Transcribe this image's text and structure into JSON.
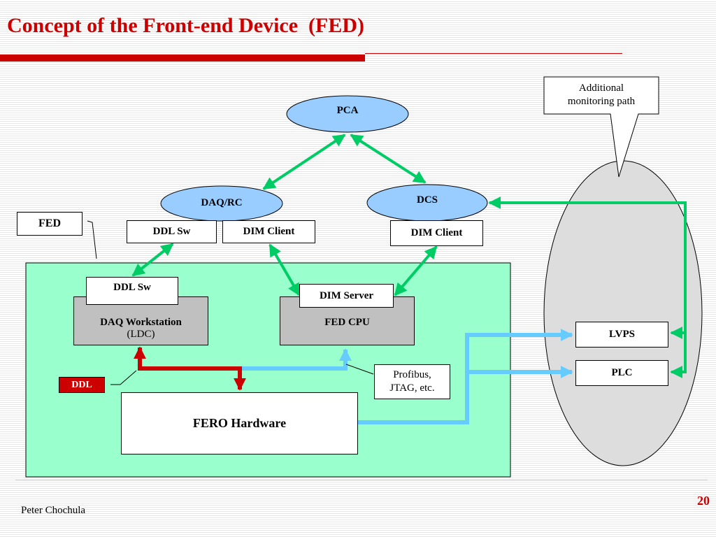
{
  "slide": {
    "title": "Concept of the Front-end Device  (FED)",
    "author": "Peter Chochula",
    "page_number": "20"
  },
  "diagram": {
    "pca": "PCA",
    "daq_rc": "DAQ/RC",
    "dcs": "DCS",
    "fed_label": "FED",
    "ddl_sw_top": "DDL Sw",
    "dim_client_left": "DIM Client",
    "dim_client_right": "DIM Client",
    "ddl_sw_inner": "DDL Sw",
    "daq_workstation": "DAQ Workstation",
    "ldc": "(LDC)",
    "dim_server": "DIM Server",
    "fed_cpu": "FED CPU",
    "ddl": "DDL",
    "profibus_line1": "Profibus,",
    "profibus_line2": "JTAG, etc.",
    "fero_hardware": "FERO Hardware",
    "lvps": "LVPS",
    "plc": "PLC",
    "callout_line1": "Additional",
    "callout_line2": "monitoring path"
  },
  "colors": {
    "title": "#cc0000",
    "fed_area": "#99ffcc",
    "ellipse_blue": "#99ccff",
    "gray_node": "#c0c0c0",
    "green_arrow": "#00cc66",
    "blue_arrow": "#66ccff",
    "red_arrow": "#cc0000",
    "monitoring_ellipse": "#dddddd"
  }
}
